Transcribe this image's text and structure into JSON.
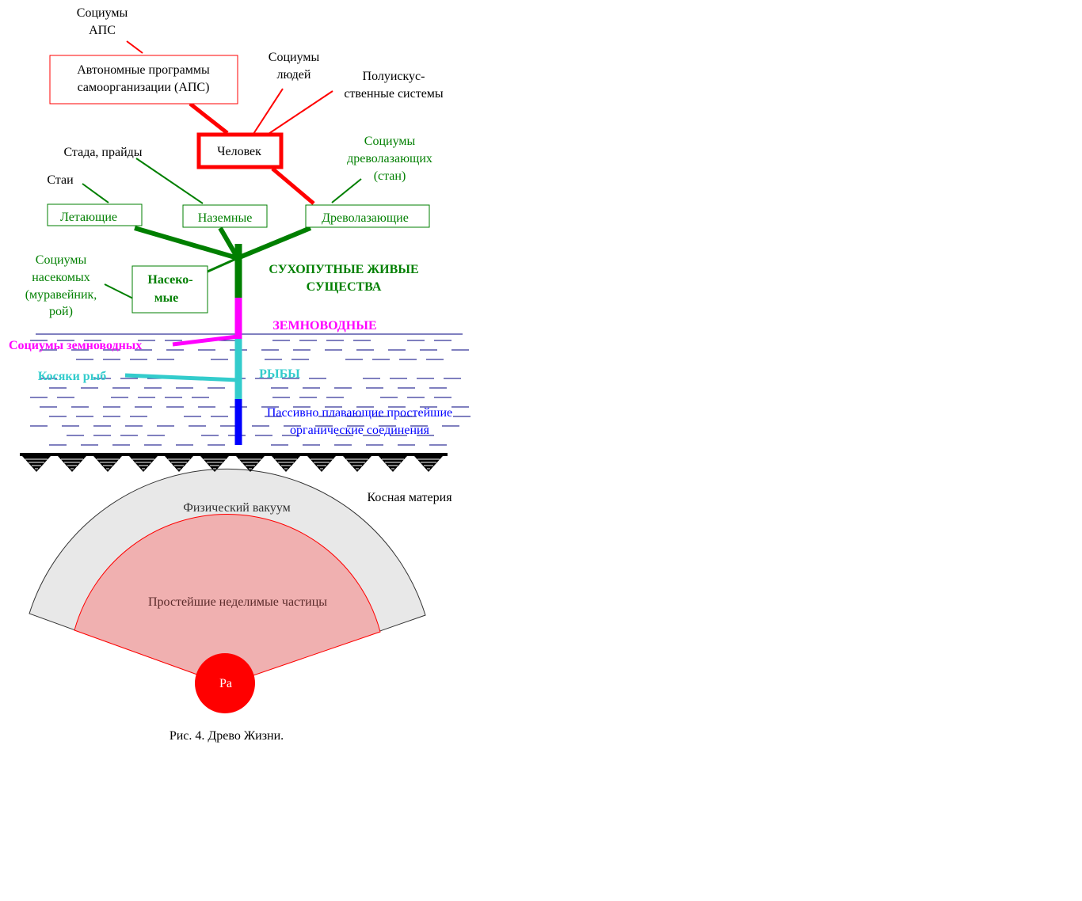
{
  "colors": {
    "red": "#ff0000",
    "green": "#007f00",
    "magenta": "#ff00ff",
    "cyan": "#33cccc",
    "blue": "#0000ff",
    "navy": "#00007f",
    "black": "#000000",
    "vacuum_fill": "#e8e8e8",
    "particles_fill": "#f0b0b0",
    "ra_fill": "#ff0000"
  },
  "labels": {
    "socium_aps_line1": "Социумы",
    "socium_aps_line2": "АПС",
    "aps_box_line1": "Автономные программы",
    "aps_box_line2": "самоорганизации (АПС)",
    "socium_people_line1": "Социумы",
    "socium_people_line2": "людей",
    "semiart_line1": "Полуискус-",
    "semiart_line2": "ственные  системы",
    "human": "Человек",
    "herds": "Стада,  прайды",
    "socium_tree_line1": "Социумы",
    "socium_tree_line2": "древолазающих",
    "socium_tree_line3": "(стан)",
    "flock": "Стаи",
    "flying": "Летающие",
    "ground": "Наземные",
    "climbing": "Древолазающие",
    "socium_insects_line1": "Социумы",
    "socium_insects_line2": "насекомых",
    "socium_insects_line3": "(муравейник,",
    "socium_insects_line4": "рой)",
    "insects_line1": "Насеко-",
    "insects_line2": "мые",
    "land_line1": "СУХОПУТНЫЕ ЖИВЫЕ",
    "land_line2": "СУЩЕСТВА",
    "amphibians": "ЗЕМНОВОДНЫЕ",
    "socium_amphibians": "Социумы  земноводных",
    "fish_schools": "Косяки рыб",
    "fish": "РЫБЫ",
    "passive_line1": "Пассивно плавающие  простейшие",
    "passive_line2": "органические соединения",
    "inert_matter": "Косная материя",
    "vacuum": "Физический вакуум",
    "particles": "Простейшие неделимые частицы",
    "ra": "Ра",
    "caption": "Рис. 4. Древо Жизни."
  }
}
